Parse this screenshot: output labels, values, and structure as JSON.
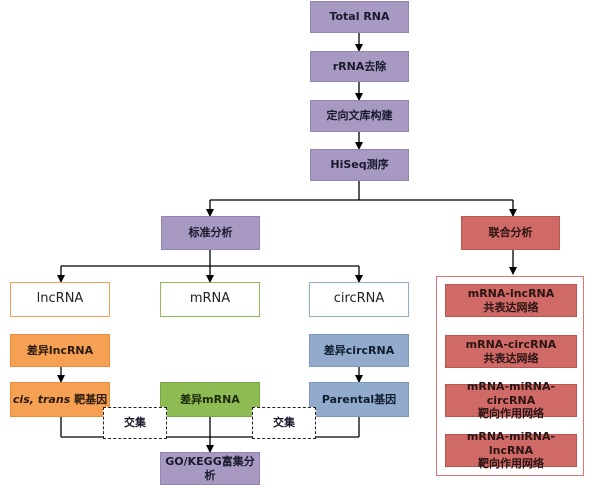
{
  "nodes": {
    "total_rna": "Total RNA",
    "rrna_removal": "rRNA去除",
    "library_build": "定向文库构建",
    "hiseq": "HiSeq测序",
    "standard_analysis": "标准分析",
    "joint_analysis": "联合分析",
    "lncrna": "lncRNA",
    "mrna": "mRNA",
    "circrna": "circRNA",
    "diff_lncrna": "差异lncRNA",
    "cis_trans_prefix": "cis, trans",
    "target_gene_suffix": " 靶基因",
    "diff_mrna": "差异mRNA",
    "diff_circrna": "差异circRNA",
    "parental_gene": "Parental基因",
    "intersect_left": "交集",
    "intersect_right": "交集",
    "go_kegg": "GO/KEGG富集分析"
  },
  "joint_items": [
    {
      "line1": "mRNA-lncRNA",
      "line2": "共表达网络"
    },
    {
      "line1": "mRNA-circRNA",
      "line2": "共表达网络"
    },
    {
      "line1": "mRNA-miRNA-circRNA",
      "line2": "靶向作用网络"
    },
    {
      "line1": "mRNA-miRNA-lncRNA",
      "line2": "靶向作用网络"
    }
  ],
  "colors": {
    "process": "#a899c3",
    "joint": "#d06a66",
    "lnc": "#f6a054",
    "mrna": "#8fbb55",
    "circ": "#92abcc"
  }
}
